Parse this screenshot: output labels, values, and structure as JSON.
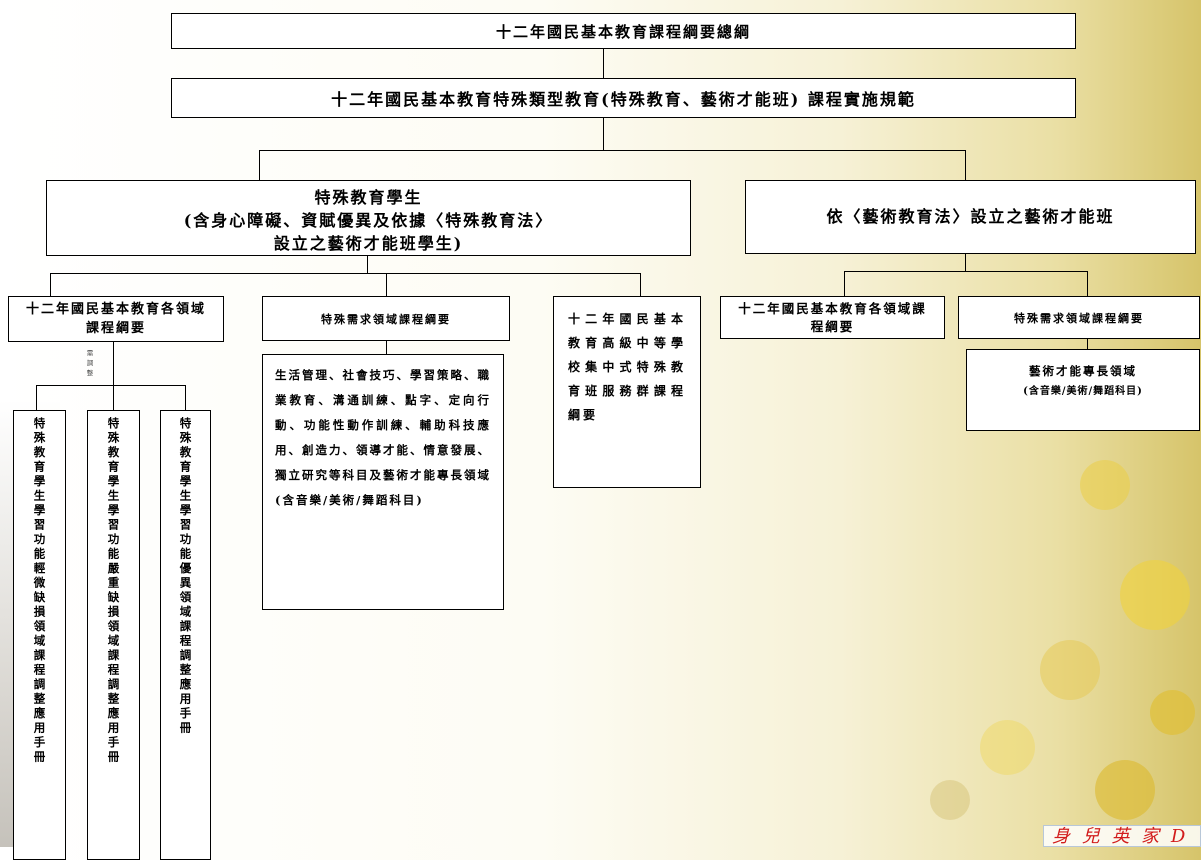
{
  "nodes": {
    "root": "十二年國民基本教育課程綱要總綱",
    "level2": "十二年國民基本教育特殊類型教育(特殊教育、藝術才能班) 課程實施規範",
    "special_ed_line1": "特殊教育學生",
    "special_ed_line2": "(含身心障礙、資賦優異及依據〈特殊教育法〉",
    "special_ed_line3": "設立之藝術才能班學生)",
    "arts_talent": "依〈藝術教育法〉設立之藝術才能班",
    "left_domain": "十二年國民基本教育各領域課程綱要",
    "left_special_needs": "特殊需求領域課程綱要",
    "left_special_needs_detail": "生活管理、社會技巧、學習策略、職業教育、溝通訓練、點字、定向行動、功能性動作訓練、輔助科技應用、創造力、領導才能、情意發展、獨立研究等科目及藝術才能專長領域(含音樂/美術/舞蹈科目)",
    "senior_vocational": "十二年國民基本教育高級中等學校集中式特殊教育班服務群課程綱要",
    "adjust_note": "需調整",
    "manual_mild": "特殊教育學生學習功能輕微缺損領域課程調整應用手冊",
    "manual_severe": "特殊教育學生學習功能嚴重缺損領域課程調整應用手冊",
    "manual_gifted": "特殊教育學生學習功能優異領域課程調整應用手冊",
    "right_domain": "十二年國民基本教育各領域課程綱要",
    "right_special_needs": "特殊需求領域課程綱要",
    "arts_specialty_title": "藝術才能專長領域",
    "arts_specialty_sub": "(含音樂/美術/舞蹈科目)"
  },
  "footer_note": "身 兒 英 家 D",
  "colors": {
    "line": "#000000",
    "box_fill": "#ffffff",
    "note_red": "#d21c1c"
  }
}
